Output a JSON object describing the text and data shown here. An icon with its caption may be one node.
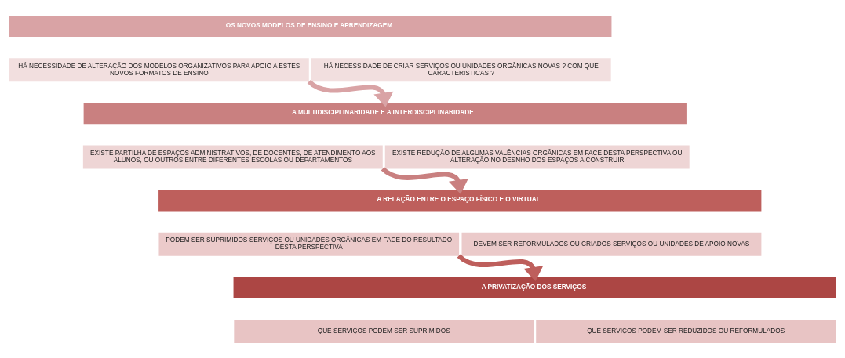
{
  "diagram": {
    "nodes": [
      {
        "text": [
          "OS NOVOS MODELOS DE ENSINO E APRENDIZAGEM"
        ]
      },
      {
        "text": [
          "HÁ NECESSIDADE DE ALTERAÇÃO DOS MODELOS ORGANIZATIVOS PARA APOIO A ESTES NOVOS FORMATOS DE ENSINO"
        ]
      },
      {
        "text": [
          "HÁ NECESSIDADE DE CRIAR SERVIÇOS OU UNIDADES ORGÂNICAS NOVAS ? COM QUE CARACTERISTICAS ?"
        ]
      },
      {
        "text": [
          "A MULTIDISCIPLINARIDADE E A INTERDISCIPLINARIDADE"
        ]
      },
      {
        "text": [
          "EXISTE PARTILHA DE ESPAÇOS ADMINISTRATIVOS, DE DOCENTES, DE ATENDIMENTO AOS ALUNOS, OU OUTROS ENTRE DIFERENTES ESCOLAS OU DEPARTAMENTOS"
        ]
      },
      {
        "text": [
          "EXISTE REDUÇÃO DE ALGUMAS VALÊNCIAS ORGÂNICAS EM FACE DESTA PERSPECTIVA OU ALTERAÇÃO NO DESNHO DOS ESPAÇOS A CONSTRUIR"
        ]
      },
      {
        "text": [
          "A RELAÇÃO ENTRE O ESPAÇO FÍSICO E O VIRTUAL"
        ]
      },
      {
        "text": [
          "PODEM SER SUPRIMIDOS SERVIÇOS OU UNIDADES ORGÂNICAS EM FACE DO RESULTADO DESTA PERSPECTIVA"
        ]
      },
      {
        "text": [
          "DEVEM SER REFORMULADOS OU CRIADOS SERVIÇOS OU UNIDADES DE APOIO NOVAS"
        ]
      },
      {
        "text": [
          "A PRIVATIZAÇÃO DOS SERVIÇOS"
        ]
      },
      {
        "text": [
          "QUE SERVIÇOS PODEM SER SUPRIMIDOS"
        ]
      },
      {
        "text": [
          "QUE SERVIÇOS PODEM SER REDUZIDOS OU REFORMULADOS"
        ]
      }
    ],
    "edges": [
      {
        "from": 1,
        "to": 3,
        "arrow": "to",
        "color": "#d9a3a5"
      },
      {
        "from": 4,
        "to": 6,
        "arrow": "to",
        "color": "#c98080"
      },
      {
        "from": 7,
        "to": 9,
        "arrow": "to",
        "color": "#be5f5c"
      }
    ]
  }
}
